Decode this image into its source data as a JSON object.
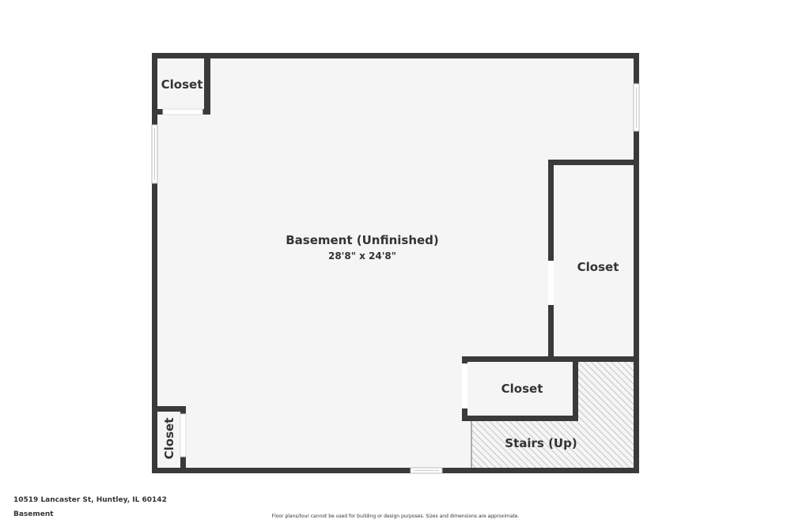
{
  "floor_plan": {
    "colors": {
      "wall": "#3a3a3a",
      "floor": "#f5f5f5",
      "opening": "#ffffff",
      "hatch": "#c8c8c8",
      "text": "#333333"
    },
    "rooms": [
      {
        "name": "Basement (Unfinished)",
        "dimensions": "28'8\" x 24'8\""
      },
      {
        "name": "Closet"
      },
      {
        "name": "Closet"
      },
      {
        "name": "Closet"
      },
      {
        "name": "Closet"
      },
      {
        "name": "Stairs (Up)"
      }
    ]
  },
  "footer": {
    "address": "10519 Lancaster St, Huntley, IL 60142",
    "floor_level": "Basement",
    "disclaimer": "Floor plans/tour cannot be used for building or design purposes. Sizes and dimensions are approximate."
  }
}
